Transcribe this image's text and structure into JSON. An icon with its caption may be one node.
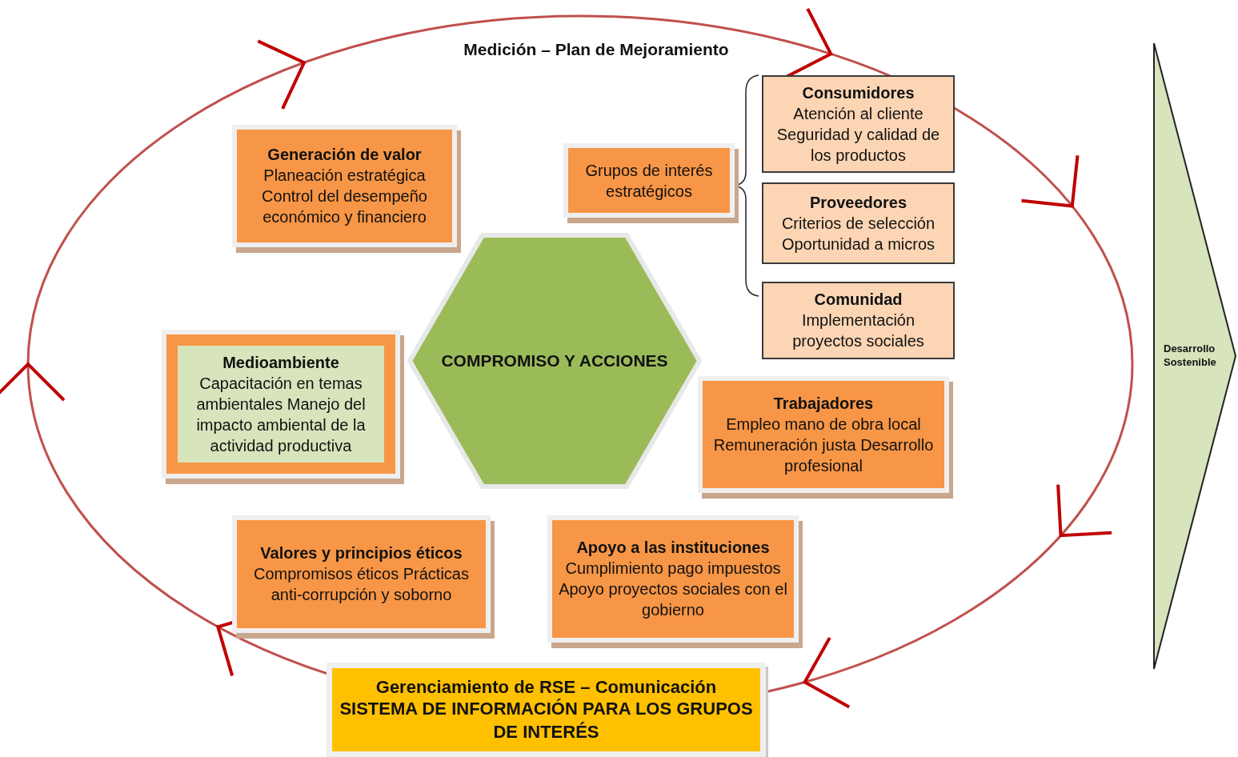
{
  "diagram": {
    "nodes": [
      {
        "text": [
          "Generación de valor",
          "Planeación estratégica Control del desempeño económico y financiero"
        ]
      },
      {
        "text": [
          "Grupos de interés estratégicos"
        ]
      },
      {
        "text": [
          "Consumidores",
          "Atención al cliente Seguridad y calidad de los productos"
        ]
      },
      {
        "text": [
          "Proveedores",
          "Criterios de selección Oportunidad a micros"
        ]
      },
      {
        "text": [
          "Comunidad",
          "Implementación proyectos sociales"
        ]
      },
      {
        "text": [
          "Medioambiente",
          "Capacitación en temas ambientales Manejo del impacto ambiental de la actividad productiva"
        ]
      },
      {
        "text": [
          "COMPROMISO Y ACCIONES"
        ]
      },
      {
        "text": [
          "Trabajadores",
          "Empleo mano de obra local Remuneración justa Desarrollo profesional"
        ]
      },
      {
        "text": [
          "Valores y principios éticos",
          "Compromisos éticos Prácticas anti-corrupción y soborno"
        ]
      },
      {
        "text": [
          "Apoyo a las instituciones",
          "Cumplimiento pago impuestos Apoyo proyectos sociales con el gobierno"
        ]
      },
      {
        "text": [
          "Gerenciamiento de RSE – Comunicación",
          "SISTEMA DE INFORMACIÓN PARA LOS GRUPOS DE INTERÉS"
        ]
      },
      {
        "text": [
          "Desarrollo Sostenible"
        ]
      }
    ],
    "labels": [
      "Medición – Plan de Mejoramiento"
    ]
  }
}
